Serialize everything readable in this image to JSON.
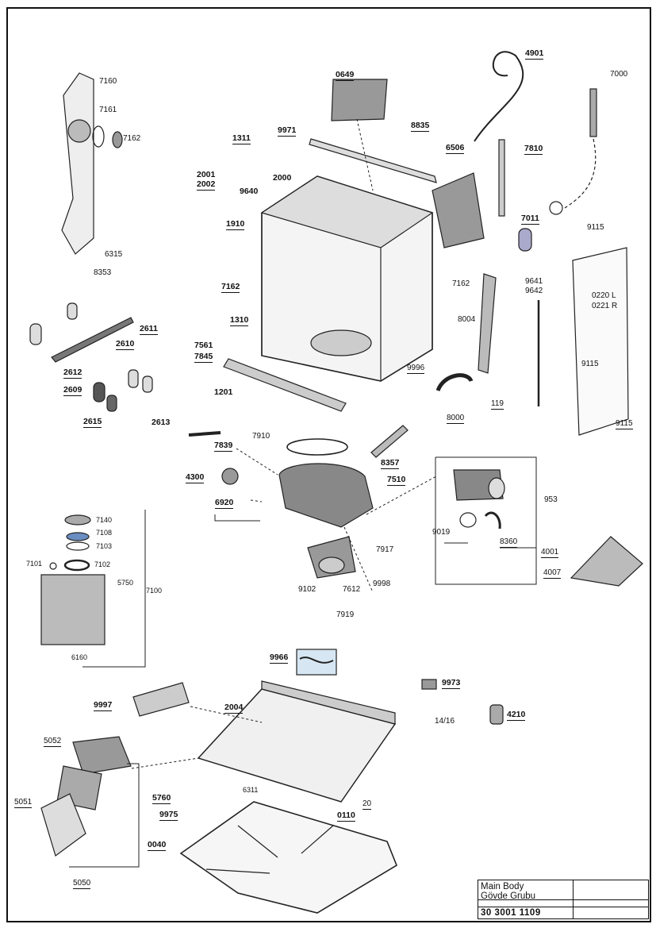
{
  "title_block": {
    "name_en": "Main Body",
    "name_tr": "Gövde Grubu",
    "drawing_number": "30 3001 1109"
  },
  "part_labels": {
    "p7160": "7160",
    "p7161": "7161",
    "p7162a": "7162",
    "p6315": "6315",
    "p8353": "8353",
    "p2611": "2611",
    "p2610": "2610",
    "p2612": "2612",
    "p2609": "2609",
    "p2615": "2615",
    "p2613": "2613",
    "p0649": "0649",
    "p4901": "4901",
    "p7000": "7000",
    "p9971": "9971",
    "p8835": "8835",
    "p1311": "1311",
    "p6506": "6506",
    "p7810": "7810",
    "p2001": "2001",
    "p2002": "2002",
    "p2000": "2000",
    "p9640": "9640",
    "p1910": "1910",
    "p7162b": "7162",
    "p1310": "1310",
    "p7561": "7561",
    "p7845": "7845",
    "p1201": "1201",
    "p7011": "7011",
    "p9115a": "9115",
    "p9641": "9641",
    "p9642": "9642",
    "p0220": "0220 L",
    "p0221": "0221 R",
    "p7162c": "7162",
    "p8004": "8004",
    "p9996": "9996",
    "p119": "119",
    "p8000": "8000",
    "p9115b": "9115",
    "p9115c": "9115",
    "p7839": "7839",
    "p7910": "7910",
    "p8357": "8357",
    "p4300": "4300",
    "p7510": "7510",
    "p6920": "6920",
    "p953": "953",
    "p9019": "9019",
    "p8360": "8360",
    "p4001": "4001",
    "p4007": "4007",
    "p7140": "7140",
    "p7108": "7108",
    "p7103": "7103",
    "p7101": "7101",
    "p7102": "7102",
    "p5750": "5750",
    "p7100": "7100",
    "p6160": "6160",
    "p7917": "7917",
    "p9102": "9102",
    "p7612": "7612",
    "p9998": "9998",
    "p7919": "7919",
    "p9966": "9966",
    "p9973": "9973",
    "p9997": "9997",
    "p2004": "2004",
    "p4210": "4210",
    "p1416": "14/16",
    "p5052": "5052",
    "p5051": "5051",
    "p5760": "5760",
    "p6311": "6311",
    "p9975": "9975",
    "p0110": "0110",
    "p20": "20",
    "p0040": "0040",
    "p5050": "5050"
  }
}
